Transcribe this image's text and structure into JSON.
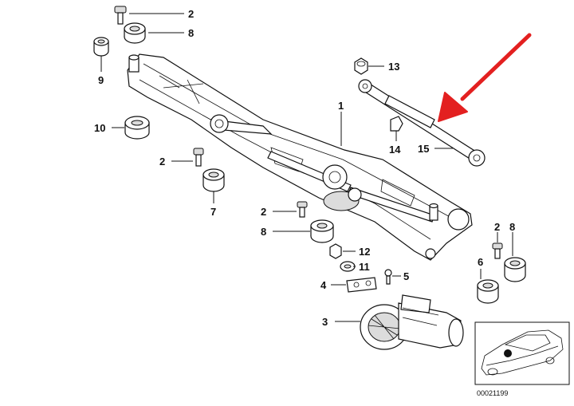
{
  "diagram": {
    "callouts": [
      {
        "id": "c2a",
        "label": "2"
      },
      {
        "id": "c8a",
        "label": "8"
      },
      {
        "id": "c9",
        "label": "9"
      },
      {
        "id": "c1",
        "label": "1"
      },
      {
        "id": "c10",
        "label": "10"
      },
      {
        "id": "c2b",
        "label": "2"
      },
      {
        "id": "c7",
        "label": "7"
      },
      {
        "id": "c2c",
        "label": "2"
      },
      {
        "id": "c8b",
        "label": "8"
      },
      {
        "id": "c12",
        "label": "12"
      },
      {
        "id": "c11",
        "label": "11"
      },
      {
        "id": "c4",
        "label": "4"
      },
      {
        "id": "c5",
        "label": "5"
      },
      {
        "id": "c3",
        "label": "3"
      },
      {
        "id": "c13",
        "label": "13"
      },
      {
        "id": "c14",
        "label": "14"
      },
      {
        "id": "c15",
        "label": "15"
      },
      {
        "id": "c2d",
        "label": "2"
      },
      {
        "id": "c8c",
        "label": "8"
      },
      {
        "id": "c6",
        "label": "6"
      }
    ],
    "diagram_number": "00021199",
    "arrow_color": "#e32020"
  }
}
